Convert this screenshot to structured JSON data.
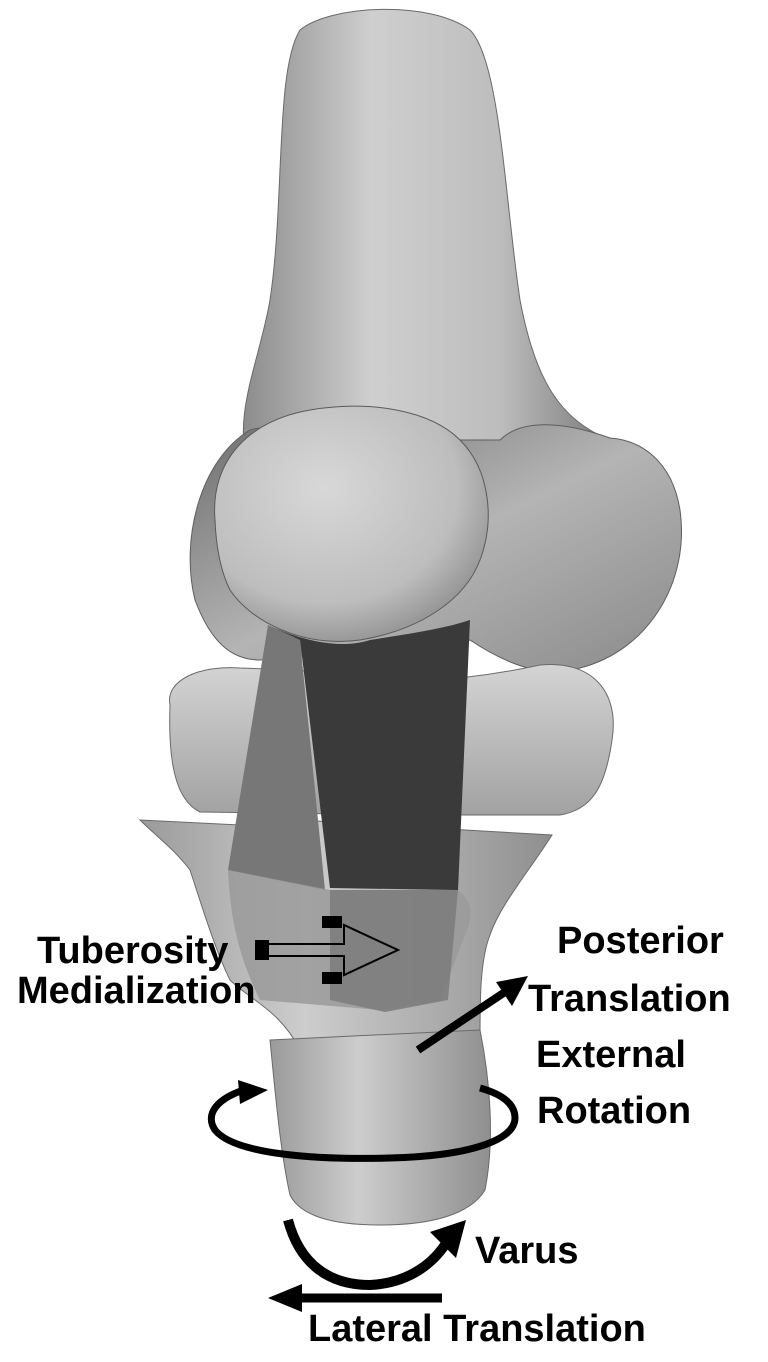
{
  "labels": {
    "tuberosity": "Tuberosity",
    "medialization": "Medialization",
    "posterior": "Posterior",
    "translation": "Translation",
    "external": "External",
    "rotation": "Rotation",
    "varus": "Varus",
    "lateral_translation": "Lateral Translation"
  },
  "colors": {
    "background": "#ffffff",
    "bone": "#c9c9c9",
    "patellar_tendon": "#3a3a3a",
    "tendon_side": "#777777",
    "arrow": "#000000"
  }
}
